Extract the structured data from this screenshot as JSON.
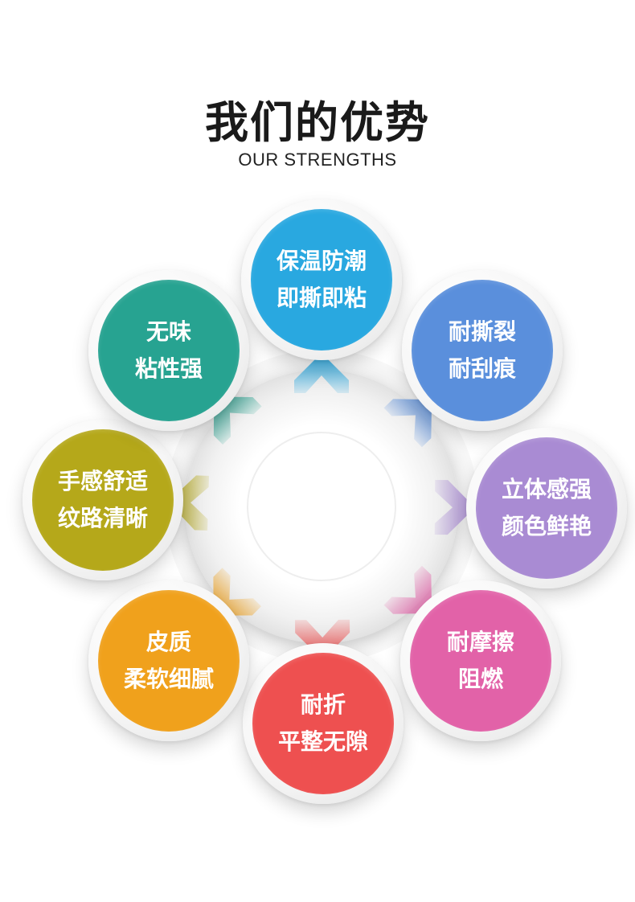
{
  "header": {
    "title": "我们的优势",
    "subtitle": "OUR STRENGTHS"
  },
  "items": [
    {
      "line1": "保温防潮",
      "line2": "即撕即粘",
      "color": "#29a8e0"
    },
    {
      "line1": "耐撕裂",
      "line2": "耐刮痕",
      "color": "#5a8fdc"
    },
    {
      "line1": "立体感强",
      "line2": "颜色鲜艳",
      "color": "#a98bd3"
    },
    {
      "line1": "耐摩擦",
      "line2": "阻燃",
      "color": "#e262a8"
    },
    {
      "line1": "耐折",
      "line2": "平整无隙",
      "color": "#ee5050"
    },
    {
      "line1": "皮质",
      "line2": "柔软细腻",
      "color": "#f0a11c"
    },
    {
      "line1": "手感舒适",
      "line2": "纹路清晰",
      "color": "#b5a81a"
    },
    {
      "line1": "无味",
      "line2": "粘性强",
      "color": "#27a391"
    }
  ]
}
